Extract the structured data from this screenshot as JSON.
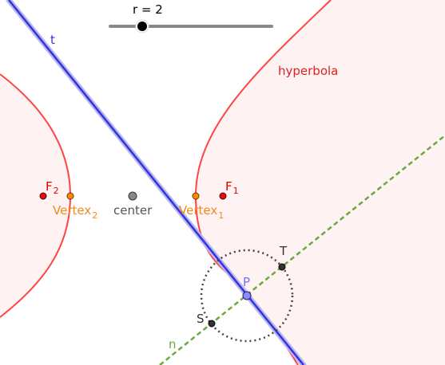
{
  "slider": {
    "label": "r = 2",
    "value": 2
  },
  "labels": {
    "t": "t",
    "hyperbola": "hyperbola",
    "f2": "F",
    "f2_sub": "2",
    "f1": "F",
    "f1_sub": "1",
    "vertex2": "Vertex",
    "vertex2_sub": "2",
    "vertex1": "Vertex",
    "vertex1_sub": "1",
    "center": "center",
    "T": "T",
    "P": "P",
    "S": "S",
    "n": "n"
  },
  "colors": {
    "hyperbola": "#ff4444",
    "hyperbola_fill": "#fff2f2",
    "tangent": "#3333dd",
    "tangent_halo": "#b8b8f0",
    "normal": "#6aaa3c",
    "focus": "#dd1111",
    "vertex": "#ff8c00",
    "vertex_label": "#f08a1a",
    "center": "#888888",
    "point_p": "#8c8cff",
    "point_p_label": "#7070ff",
    "point_dark": "#333333",
    "slider_track": "#888888",
    "focus_label": "#dd0000",
    "text_gray": "#555555"
  }
}
